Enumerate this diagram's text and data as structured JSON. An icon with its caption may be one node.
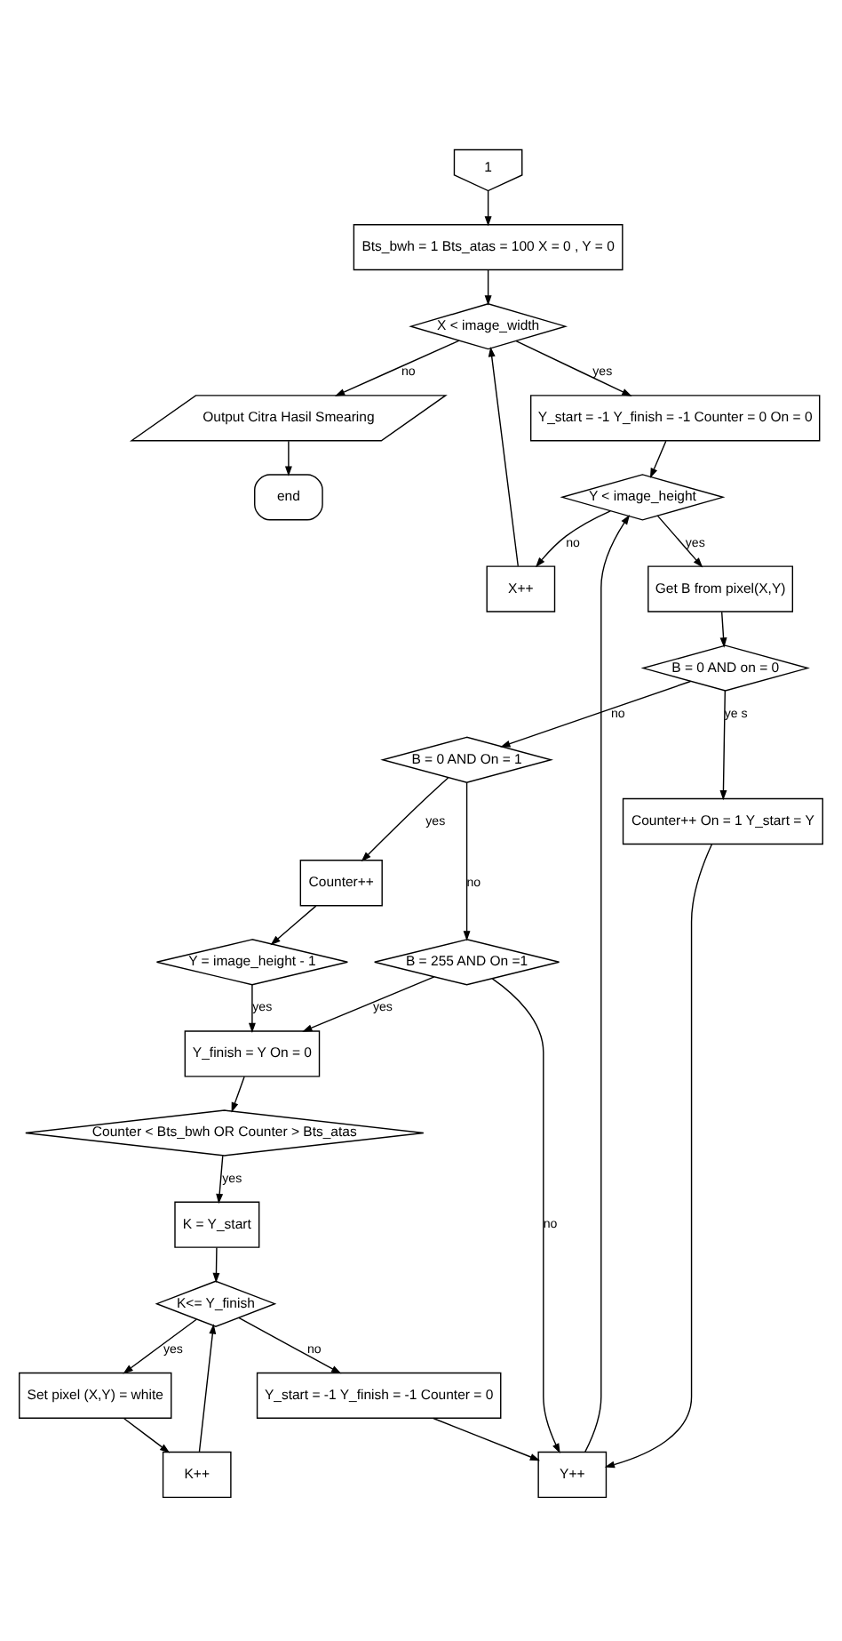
{
  "diagram": {
    "nodes": [
      {
        "text": [
          "1"
        ]
      },
      {
        "text": [
          "Bts_bwh = 1 Bts_atas = 100 X = 0 , Y = 0"
        ]
      },
      {
        "text": [
          "X < image_width"
        ]
      },
      {
        "text": [
          "end"
        ]
      },
      {
        "text": [
          "Output Citra Hasil Smearing"
        ]
      },
      {
        "text": [
          "Y_start = -1 Y_finish = -1 Counter = 0 On = 0"
        ]
      },
      {
        "text": [
          "Y++"
        ]
      },
      {
        "text": [
          "Y < image_height"
        ]
      },
      {
        "text": [
          "X++"
        ]
      },
      {
        "text": [
          "Get B from pixel(X,Y)"
        ]
      },
      {
        "text": [
          "B = 0 AND on = 0"
        ]
      },
      {
        "text": [
          "B = 0 AND On = 1"
        ]
      },
      {
        "text": [
          "B = 255 AND On =1"
        ]
      },
      {
        "text": [
          "Counter++ On = 1 Y_start = Y"
        ]
      },
      {
        "text": [
          "Counter++"
        ]
      },
      {
        "text": [
          "K = Y_start"
        ]
      },
      {
        "text": [
          "Y = image_height - 1"
        ]
      },
      {
        "text": [
          "K<= Y_finish"
        ]
      },
      {
        "text": [
          "K++"
        ]
      },
      {
        "text": [
          "Y_finish = Y On = 0"
        ]
      },
      {
        "text": [
          "Set pixel (X,Y) = white"
        ]
      },
      {
        "text": [
          "Y_start = -1 Y_finish = -1 Counter = 0"
        ]
      },
      {
        "text": [
          "Counter < Bts_bwh OR Counter > Bts_atas"
        ]
      }
    ],
    "edges": [
      {
        "from": 0,
        "to": 1,
        "arrow": "to"
      },
      {
        "from": 1,
        "to": 2,
        "arrow": "to"
      },
      {
        "from": 2,
        "to": 4,
        "arrow": "to",
        "label": "no"
      },
      {
        "from": 4,
        "to": 3,
        "arrow": "to"
      },
      {
        "from": 2,
        "to": 5,
        "arrow": "to",
        "label": "yes"
      },
      {
        "from": 5,
        "to": 7,
        "arrow": "to"
      },
      {
        "from": 7,
        "to": 8,
        "arrow": "to",
        "label": "no"
      },
      {
        "from": 8,
        "to": 2,
        "arrow": "to"
      },
      {
        "from": 6,
        "to": 7,
        "arrow": "to"
      },
      {
        "from": 7,
        "to": 9,
        "arrow": "to",
        "label": "yes"
      },
      {
        "from": 9,
        "to": 10,
        "arrow": "to"
      },
      {
        "from": 10,
        "to": 11,
        "arrow": "to",
        "label": "no"
      },
      {
        "from": 11,
        "to": 12,
        "arrow": "to",
        "label": "no"
      },
      {
        "from": 12,
        "to": 6,
        "arrow": "to",
        "label": "no"
      },
      {
        "from": 10,
        "to": 13,
        "arrow": "to",
        "label": "ye s"
      },
      {
        "from": 13,
        "to": 6,
        "arrow": "to"
      },
      {
        "from": 11,
        "to": 14,
        "arrow": "to",
        "label": "yes"
      },
      {
        "from": 14,
        "to": 16,
        "arrow": "to"
      },
      {
        "from": 16,
        "to": 19,
        "arrow": "to",
        "label": "yes"
      },
      {
        "from": 12,
        "to": 19,
        "arrow": "to",
        "label": "yes"
      },
      {
        "from": 19,
        "to": 22,
        "arrow": "to"
      },
      {
        "from": 22,
        "to": 15,
        "arrow": "to",
        "label": "yes"
      },
      {
        "from": 15,
        "to": 17,
        "arrow": "to"
      },
      {
        "from": 17,
        "to": 20,
        "arrow": "to",
        "label": "yes"
      },
      {
        "from": 20,
        "to": 18,
        "arrow": "to"
      },
      {
        "from": 18,
        "to": 17,
        "arrow": "to"
      },
      {
        "from": 17,
        "to": 21,
        "arrow": "to",
        "label": "no"
      },
      {
        "from": 21,
        "to": 6,
        "arrow": "to"
      }
    ]
  }
}
